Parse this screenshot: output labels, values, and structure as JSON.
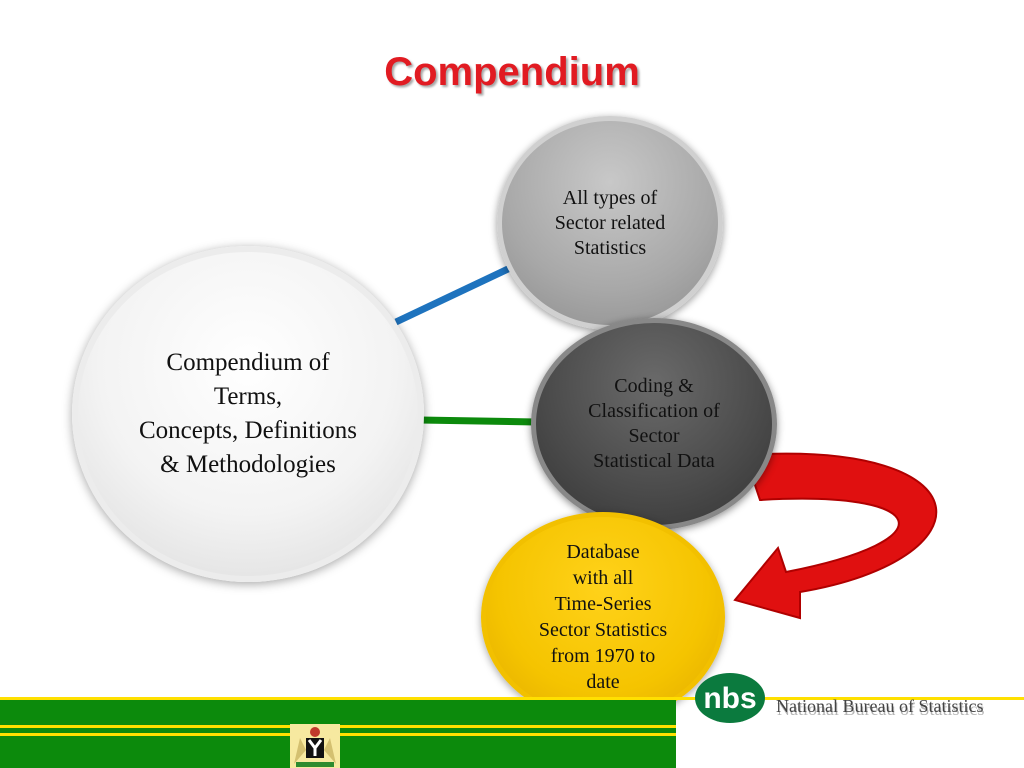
{
  "title": "Compendium",
  "nodes": {
    "main": "Compendium of\nTerms,\nConcepts, Definitions\n& Methodologies",
    "sector_stats": "All types of\nSector related\nStatistics",
    "coding": "Coding &\nClassification of\nSector\nStatistical Data",
    "database": "Database\nwith all\nTime-Series\nSector Statistics\nfrom 1970 to\ndate"
  },
  "footer": {
    "org_name": "National Bureau of Statistics",
    "logo_text": "nbs"
  },
  "colors": {
    "title": "#e11b22",
    "connector_blue": "#1e73be",
    "connector_green": "#0c8a0c",
    "arrow_red": "#e01010",
    "footer_green": "#0c8a0c",
    "footer_yellow": "#ffe000"
  }
}
